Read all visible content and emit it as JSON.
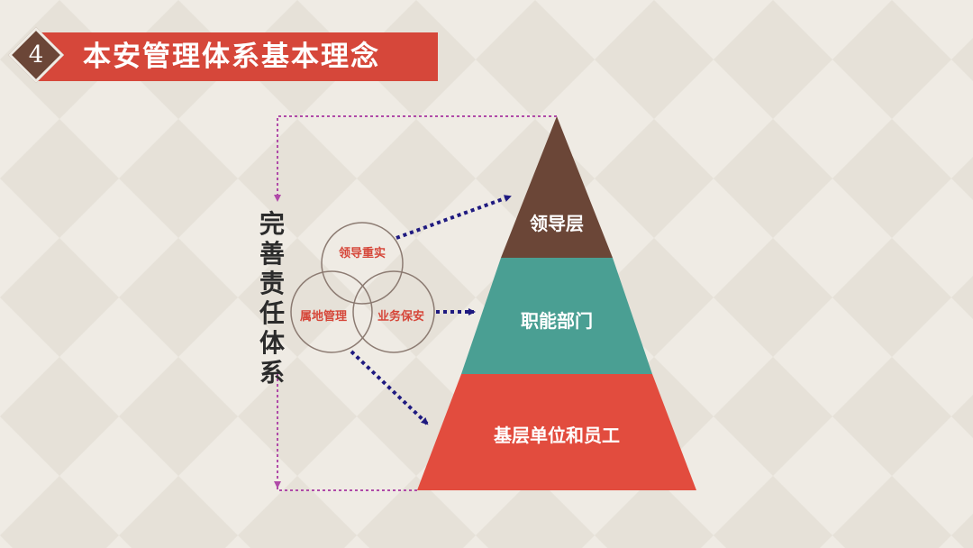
{
  "header": {
    "number": "4",
    "title": "本安管理体系基本理念"
  },
  "side_label": {
    "chars": [
      "完",
      "善",
      "责",
      "任",
      "体",
      "系"
    ]
  },
  "circles": {
    "top": "领导重实",
    "left": "属地管理",
    "right": "业务保安"
  },
  "pyramid": {
    "top": "领导层",
    "middle": "职能部门",
    "bottom": "基层单位和员工"
  },
  "colors": {
    "header_bar": "#d6473a",
    "number_diamond": "#6b4637",
    "pyramid_top": "#6b4637",
    "pyramid_middle": "#4a9f93",
    "pyramid_bottom": "#e24c3e",
    "arrow": "#1f1a80",
    "bracket": "#b04aa8",
    "circle_text": "#d6473a"
  }
}
